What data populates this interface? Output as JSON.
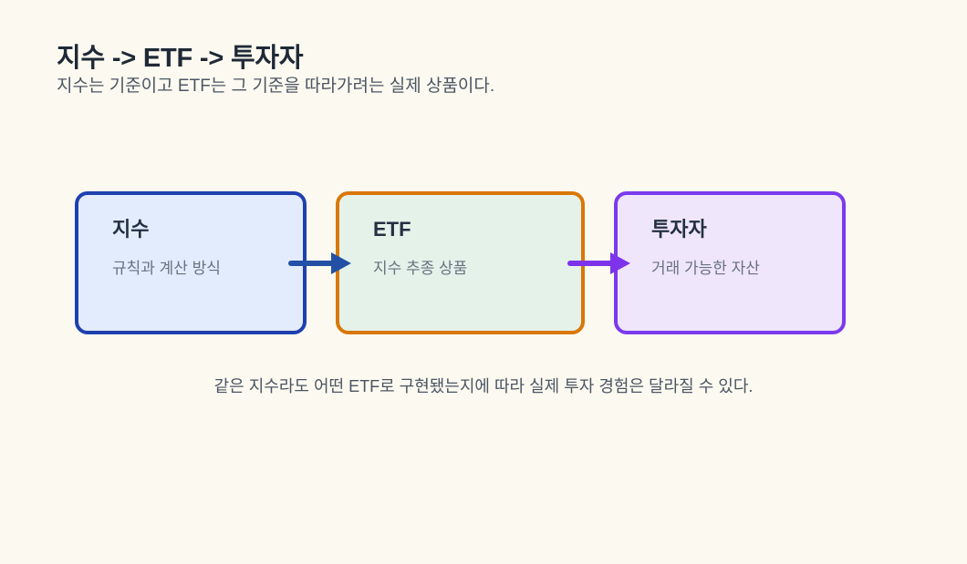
{
  "page": {
    "title": "지수 -> ETF -> 투자자",
    "subtitle": "지수는 기준이고 ETF는 그 기준을 따라가려는 실제 상품이다.",
    "caption": "같은 지수라도 어떤 ETF로 구현됐는지에 따라 실제 투자 경험은 달라질 수 있다.",
    "background_color": "#fcfaf0"
  },
  "diagram": {
    "nodes": [
      {
        "title": "지수",
        "description": "규칙과 계산 방식",
        "border_color": "#1e40af",
        "fill_color": "#e3ecfc"
      },
      {
        "title": "ETF",
        "description": "지수 추종 상품",
        "border_color": "#d97706",
        "fill_color": "#e5f2ea"
      },
      {
        "title": "투자자",
        "description": "거래 가능한 자산",
        "border_color": "#7c3aed",
        "fill_color": "#f0e6fc"
      }
    ],
    "arrows": [
      {
        "from": "지수",
        "to": "ETF",
        "color": "#2350a5"
      },
      {
        "from": "ETF",
        "to": "투자자",
        "color": "#7d33ea"
      }
    ]
  }
}
